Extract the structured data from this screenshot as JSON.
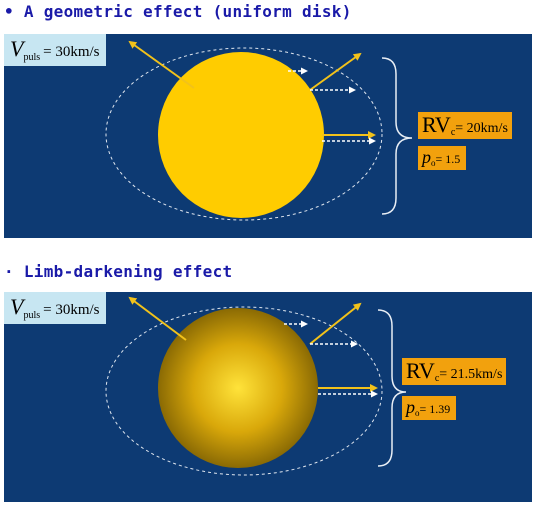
{
  "panels": [
    {
      "heading": "• A geometric effect (uniform disk)",
      "v_symbol": "V",
      "v_subscript": "puls",
      "v_value": "= 30km/s",
      "rv_symbol": "RV",
      "rv_subscript": "c",
      "rv_value": "= 20km/s",
      "p_symbol": "p",
      "p_subscript": "o",
      "p_value": "= 1.5",
      "disk_shading": "uniform",
      "disk_color": "#ffcc00"
    },
    {
      "heading": "· Limb-darkening effect",
      "v_symbol": "V",
      "v_subscript": "puls",
      "v_value": "= 30km/s",
      "rv_symbol": "RV",
      "rv_subscript": "c",
      "rv_value": "= 21.5km/s",
      "p_symbol": "p",
      "p_subscript": "o",
      "p_value": "= 1.39",
      "disk_shading": "limb-darkened",
      "disk_color": "#d9a80a"
    }
  ],
  "colors": {
    "panel_background": "#0d3a73",
    "heading": "#1a1aa8",
    "arrow": "#f2c21a",
    "label_box": "#f2a10d",
    "velocity_box": "#c7e6f2"
  }
}
